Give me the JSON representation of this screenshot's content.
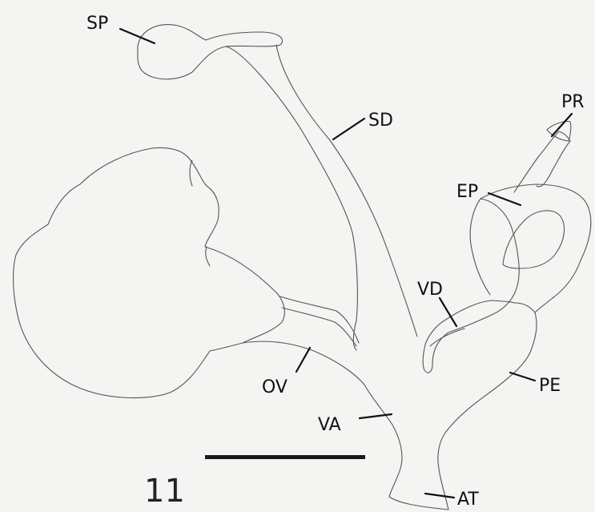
{
  "figure": {
    "number": "11",
    "labels": {
      "sp": "SP",
      "sd": "SD",
      "pr": "PR",
      "ep": "EP",
      "vd": "VD",
      "ov": "OV",
      "pe": "PE",
      "va": "VA",
      "at": "AT"
    }
  }
}
